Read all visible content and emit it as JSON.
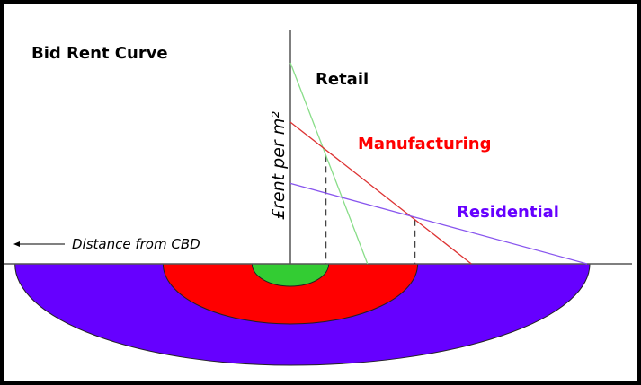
{
  "title": "Bid Rent Curve",
  "y_axis_label": "£rent per m²",
  "x_axis_label": "Distance from CBD",
  "colors": {
    "retail": "#33cc33",
    "retail_line": "#88dd88",
    "manufacturing": "#ff0000",
    "manufacturing_line": "#dd3333",
    "residential": "#6600ff",
    "residential_line": "#8855ee"
  },
  "chart_data": {
    "type": "line",
    "title": "Bid Rent Curve",
    "xlabel": "Distance from CBD",
    "ylabel": "£rent per m²",
    "series": [
      {
        "name": "Retail",
        "label": "Retail",
        "points": [
          [
            0,
            100
          ],
          [
            26,
            0
          ]
        ]
      },
      {
        "name": "Manufacturing",
        "label": "Manufacturing",
        "points": [
          [
            0,
            70.5
          ],
          [
            61,
            0
          ]
        ]
      },
      {
        "name": "Residential",
        "label": "Residential",
        "points": [
          [
            0,
            40
          ],
          [
            100,
            0
          ]
        ]
      }
    ],
    "intersections": [
      {
        "between": [
          "Retail",
          "Manufacturing"
        ],
        "x": 12
      },
      {
        "between": [
          "Manufacturing",
          "Residential"
        ],
        "x": 42
      }
    ],
    "zones": [
      {
        "name": "Retail",
        "outer_distance": 12
      },
      {
        "name": "Manufacturing",
        "outer_distance": 42
      },
      {
        "name": "Residential",
        "outer_distance": 100
      }
    ],
    "xlim": [
      0,
      100
    ],
    "ylim": [
      0,
      100
    ]
  }
}
